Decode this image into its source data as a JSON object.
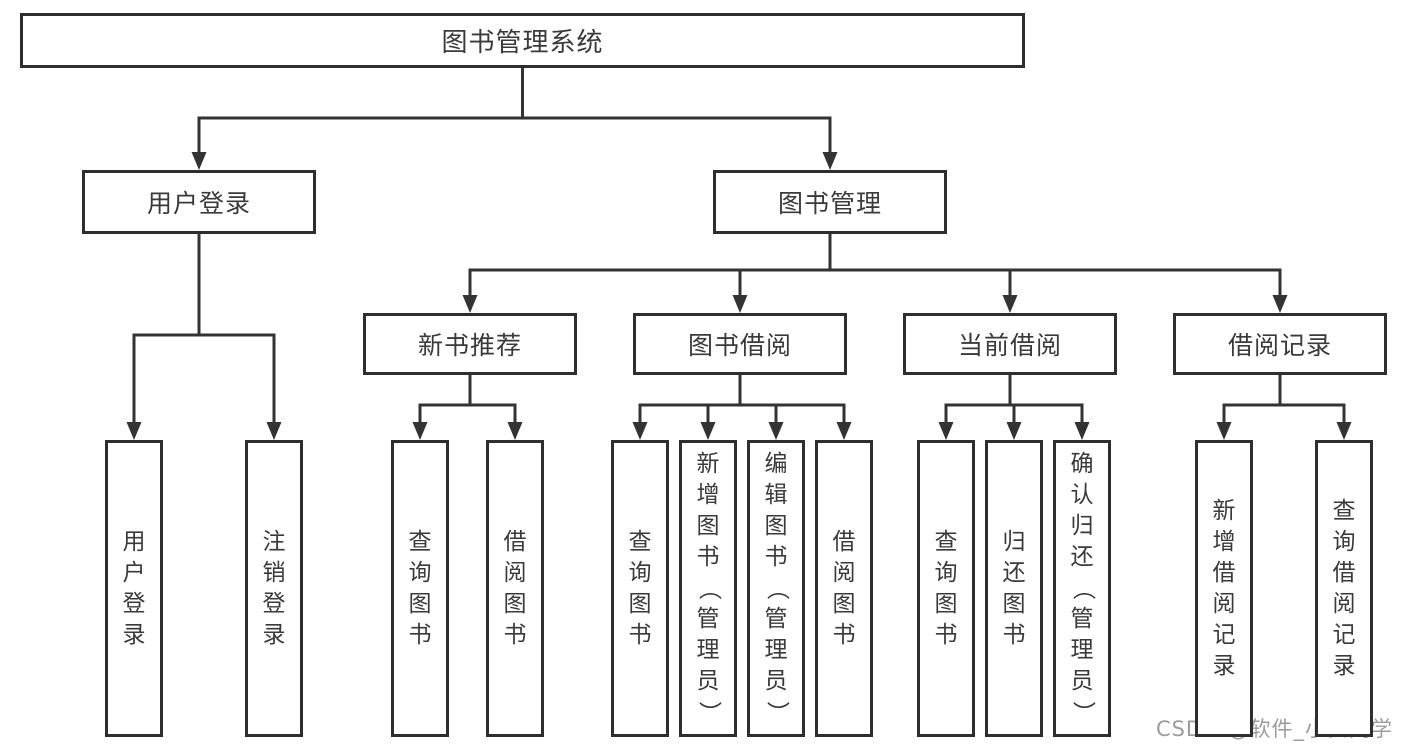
{
  "title": "图书管理系统",
  "colors": {
    "line": "#333333",
    "box_border": "#2e2e2e",
    "text": "#3a3a3a",
    "background": "#ffffff",
    "watermark": "#9c9c9c"
  },
  "watermark": {
    "text": "CSDN @软件_小贺同学"
  },
  "tree": {
    "id": "root",
    "label": "图书管理系统",
    "children": [
      {
        "id": "user-login",
        "label": "用户登录",
        "children": [
          {
            "id": "login",
            "label": "用户登录",
            "vertical": true
          },
          {
            "id": "logout",
            "label": "注销登录",
            "vertical": true
          }
        ]
      },
      {
        "id": "book-management",
        "label": "图书管理",
        "children": [
          {
            "id": "new-book-recommend",
            "label": "新书推荐",
            "children": [
              {
                "id": "nbr-query-book",
                "label": "查询图书",
                "vertical": true
              },
              {
                "id": "nbr-borrow-book",
                "label": "借阅图书",
                "vertical": true
              }
            ]
          },
          {
            "id": "book-borrow",
            "label": "图书借阅",
            "children": [
              {
                "id": "bb-query-book",
                "label": "查询图书",
                "vertical": true
              },
              {
                "id": "bb-add-book",
                "label": "新增图书（管理员）",
                "vertical": true
              },
              {
                "id": "bb-edit-book",
                "label": "编辑图书（管理员）",
                "vertical": true
              },
              {
                "id": "bb-borrow-book",
                "label": "借阅图书",
                "vertical": true
              }
            ]
          },
          {
            "id": "current-borrow",
            "label": "当前借阅",
            "children": [
              {
                "id": "cb-query-book",
                "label": "查询图书",
                "vertical": true
              },
              {
                "id": "cb-return-book",
                "label": "归还图书",
                "vertical": true
              },
              {
                "id": "cb-confirm-return",
                "label": "确认归还（管理员）",
                "vertical": true
              }
            ]
          },
          {
            "id": "borrow-records",
            "label": "借阅记录",
            "children": [
              {
                "id": "br-add-record",
                "label": "新增借阅记录",
                "vertical": true
              },
              {
                "id": "br-query-record",
                "label": "查询借阅记录",
                "vertical": true
              }
            ]
          }
        ]
      }
    ]
  }
}
